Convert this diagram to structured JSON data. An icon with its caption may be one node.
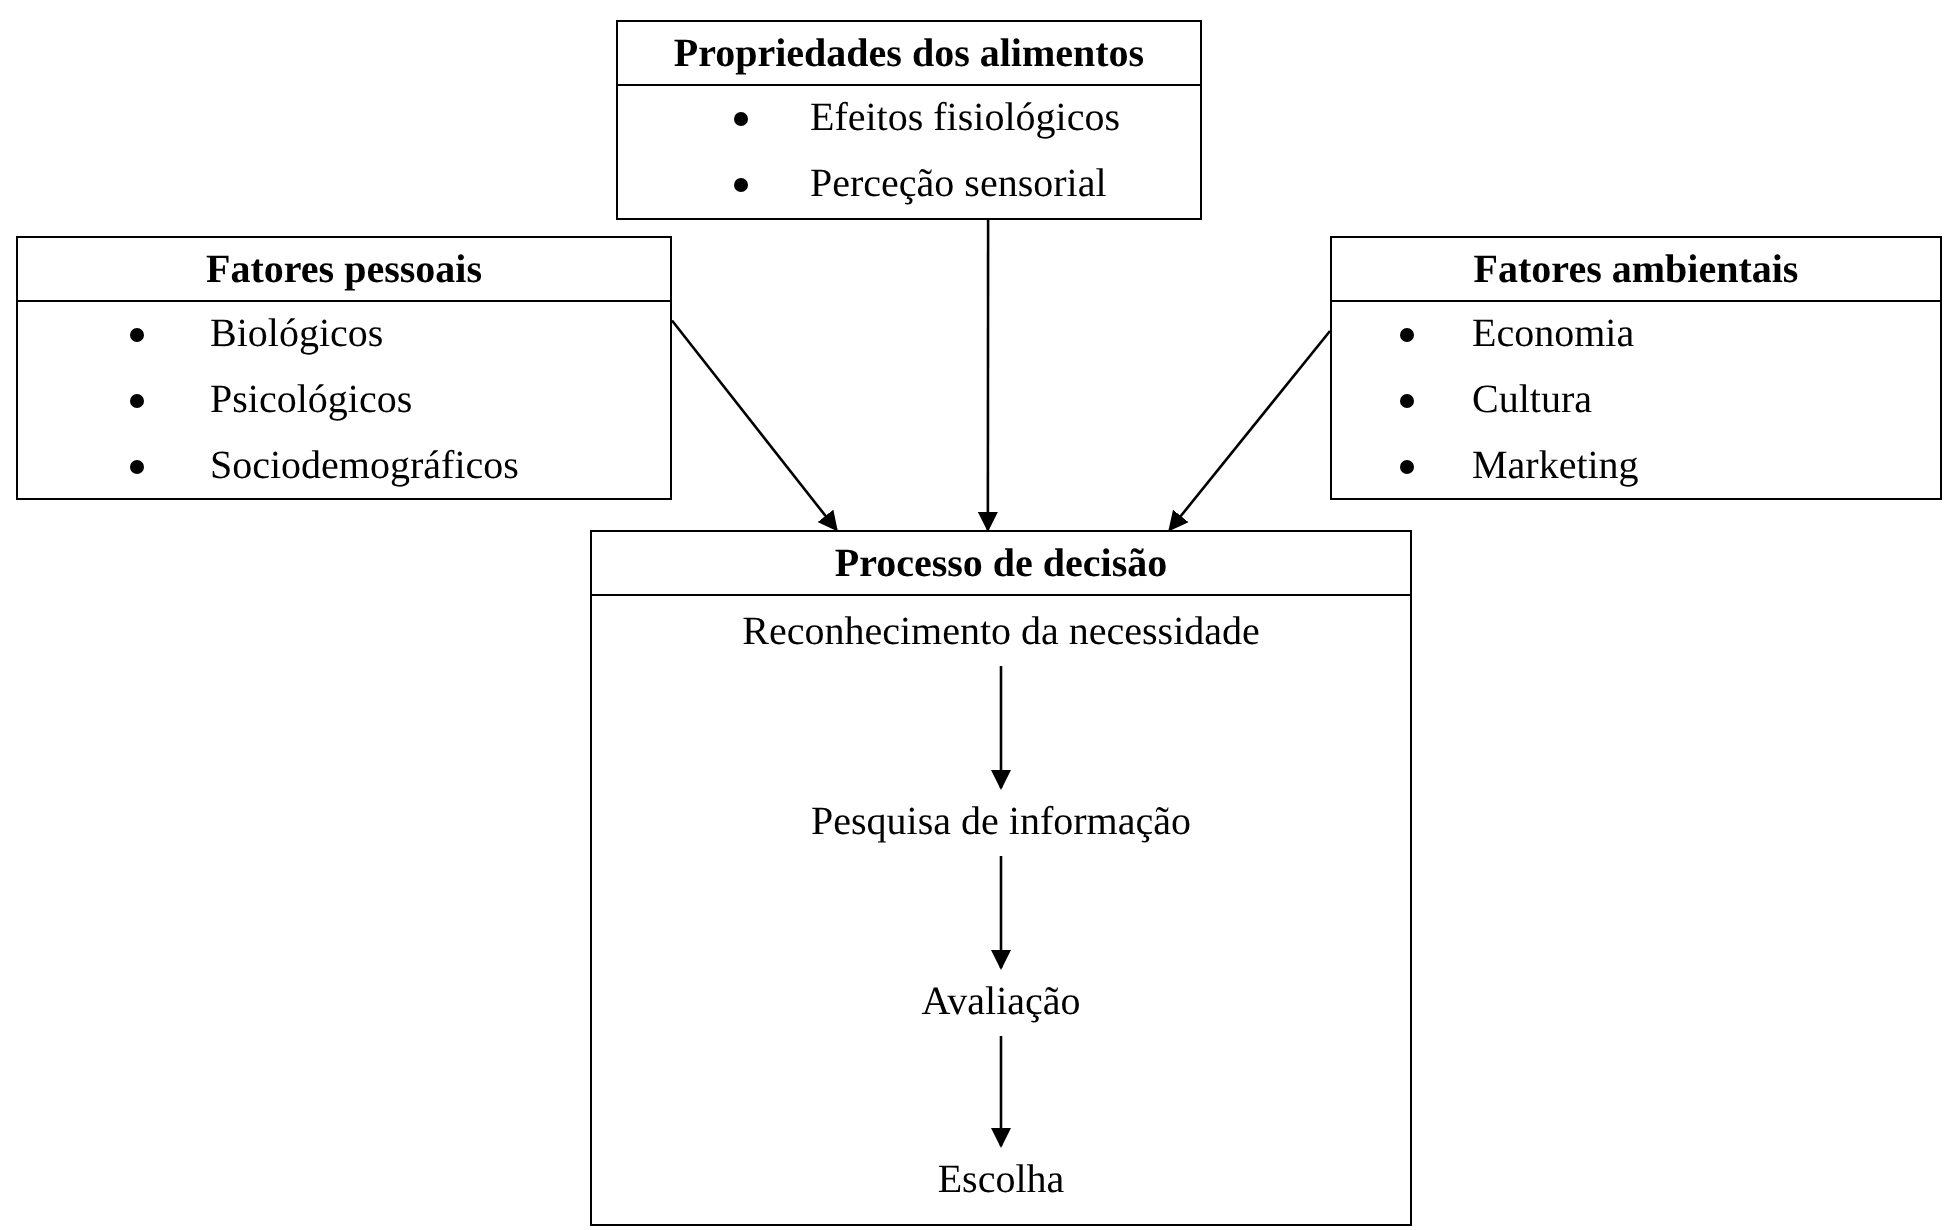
{
  "diagram": {
    "nodes": [
      {
        "text": [
          "Propriedades dos alimentos",
          "Efeitos fisiológicos",
          "Perceção sensorial"
        ]
      },
      {
        "text": [
          "Fatores pessoais",
          "Biológicos",
          "Psicológicos",
          "Sociodemográficos"
        ]
      },
      {
        "text": [
          "Fatores ambientais",
          "Economia",
          "Cultura",
          "Marketing"
        ]
      },
      {
        "text": [
          "Processo de decisão"
        ]
      },
      {
        "text": [
          "Reconhecimento da necessidade"
        ],
        "in": 3
      },
      {
        "text": [
          "Pesquisa de informação"
        ],
        "in": 3
      },
      {
        "text": [
          "Avaliação"
        ],
        "in": 3
      },
      {
        "text": [
          "Escolha"
        ],
        "in": 3
      }
    ],
    "edges": [
      {
        "from": 1,
        "to": 3,
        "arrow": "to"
      },
      {
        "from": 0,
        "to": 3,
        "arrow": "to"
      },
      {
        "from": 2,
        "to": 3,
        "arrow": "to"
      },
      {
        "from": 4,
        "to": 5,
        "arrow": "to"
      },
      {
        "from": 5,
        "to": 6,
        "arrow": "to"
      },
      {
        "from": 6,
        "to": 7,
        "arrow": "to"
      }
    ]
  }
}
